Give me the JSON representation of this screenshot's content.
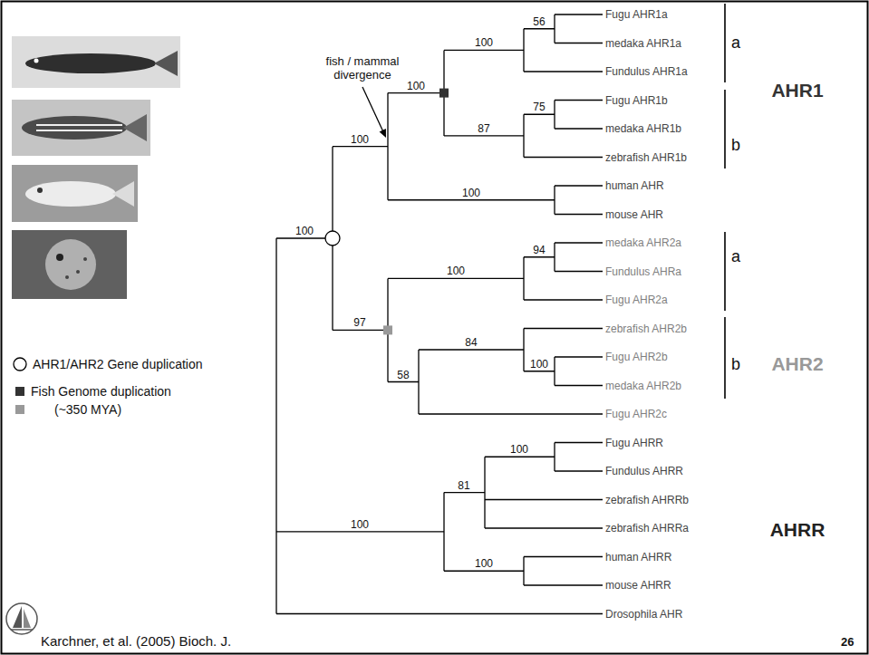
{
  "diagram": {
    "labels": [
      "fish / mammal divergence",
      "56",
      "100",
      "75",
      "87",
      "100",
      "100",
      "100",
      "94",
      "100",
      "84",
      "100",
      "58",
      "97",
      "100",
      "100",
      "81",
      "100",
      "100",
      "Fugu AHR1a",
      "medaka AHR1a",
      "Fundulus AHR1a",
      "Fugu AHR1b",
      "medaka AHR1b",
      "zebrafish AHR1b",
      "human AHR",
      "mouse AHR",
      "medaka AHR2a",
      "Fundulus AHRa",
      "Fugu AHR2a",
      "zebrafish AHR2b",
      "Fugu AHR2b",
      "medaka AHR2b",
      "Fugu AHR2c",
      "Fugu AHRR",
      "Fundulus AHRR",
      "zebrafish AHRRb",
      "zebrafish AHRRa",
      "human AHRR",
      "mouse AHRR",
      "Drosophila AHR",
      "a",
      "b",
      "AHR1",
      "a",
      "b",
      "AHR2",
      "AHRR",
      "Karchner, et al. (2005) Bioch. J.",
      "26"
    ],
    "legend": [
      {
        "text": "AHR1/AHR2 Gene duplication"
      },
      {
        "text": "Fish Genome duplication",
        "color": "#333333"
      },
      {
        "text": "(~350 MYA)",
        "color": "#999999"
      }
    ]
  }
}
